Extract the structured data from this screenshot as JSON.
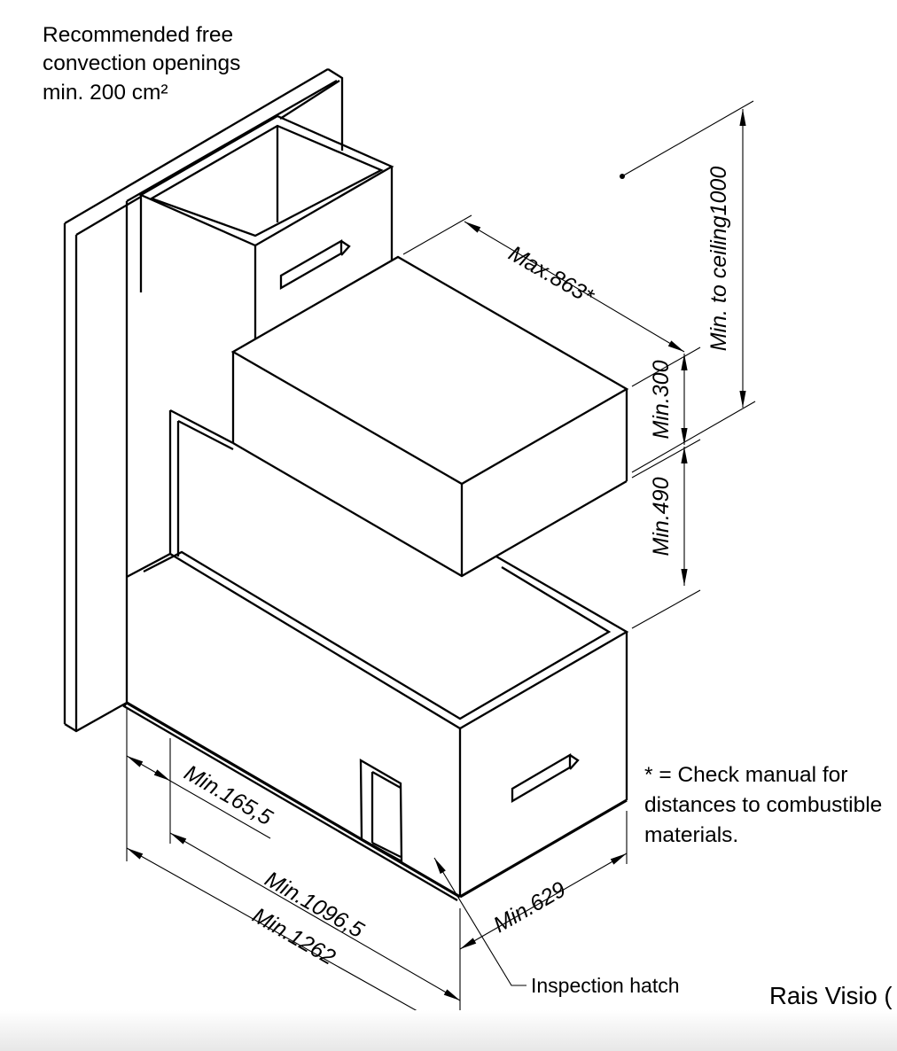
{
  "page": {
    "background": "#ffffff",
    "line_color": "#000000",
    "type": "isometric installation drawing"
  },
  "notes": {
    "convection": {
      "line1": "Recommended free",
      "line2": "convection openings",
      "line3": "min. 200 cm²"
    },
    "asterisk": {
      "line1": "* = Check manual for",
      "line2": "distances to combustible",
      "line3": "materials."
    }
  },
  "labels": {
    "inspection_hatch": "Inspection hatch",
    "product": "Rais Visio ("
  },
  "dimensions": {
    "hood_depth": "Max.863*",
    "to_ceiling": "Min. to ceiling1000",
    "hood_height": "Min.300",
    "opening_height": "Min.490",
    "left_offset": "Min.165,5",
    "inner_width": "Min.1096,5",
    "total_width": "Min.1262",
    "base_depth": "Min.629"
  }
}
